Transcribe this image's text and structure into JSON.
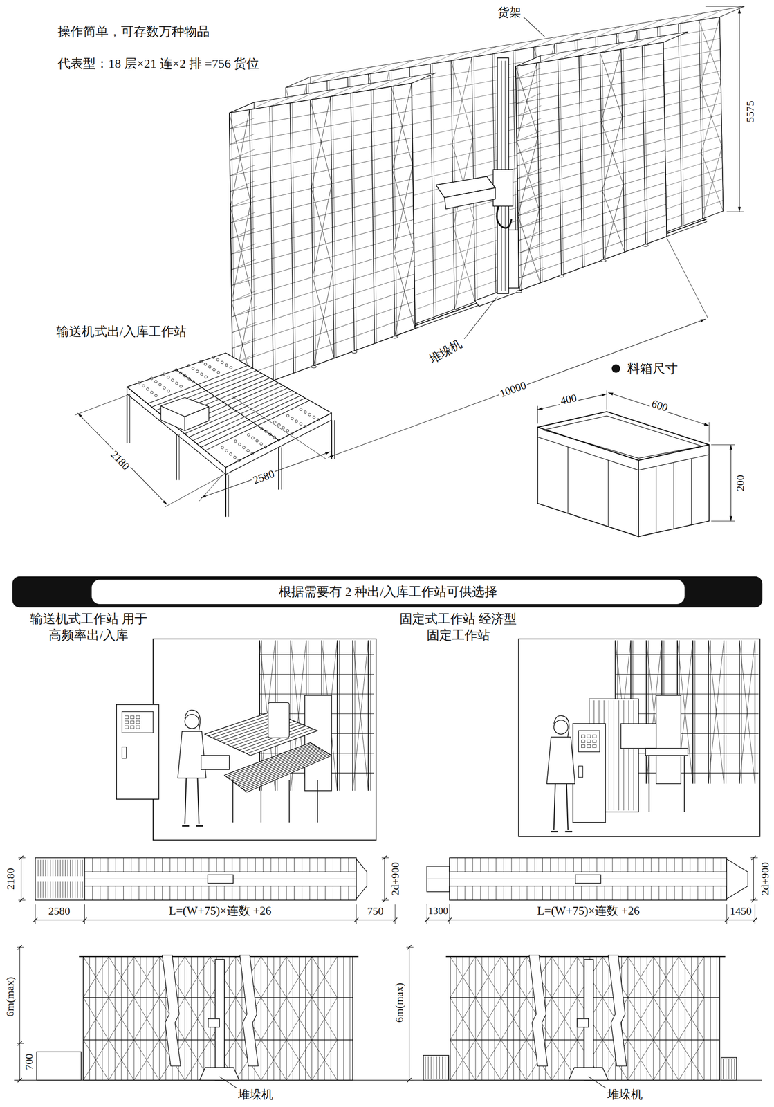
{
  "diagram": {
    "nodes": [
      {
        "text": [
          "根据需要有 2 种出/入库工作站可供选择"
        ]
      },
      {
        "text": [
          "输送机式工作站 用于高频率出/入库"
        ]
      },
      {
        "text": [
          "固定式工作站 经济型固定工作站"
        ]
      }
    ],
    "labels": [
      "操作简单，可存数万种物品",
      "代表型：18 层×21 连×2 排 =756 货位",
      "货架",
      "5575",
      "输送机式出/入库工作站",
      "堆垛机",
      "10000",
      "2180",
      "2580",
      "料箱尺寸",
      "400",
      "600",
      "200",
      "2180",
      "2580",
      "L=(W+75)×连数 +26",
      "750",
      "2d+900",
      "1300",
      "L=(W+75)×连数 +26",
      "1450",
      "2d+900",
      "6m(max)",
      "700",
      "堆垛机",
      "6m(max)",
      "堆垛机"
    ]
  }
}
